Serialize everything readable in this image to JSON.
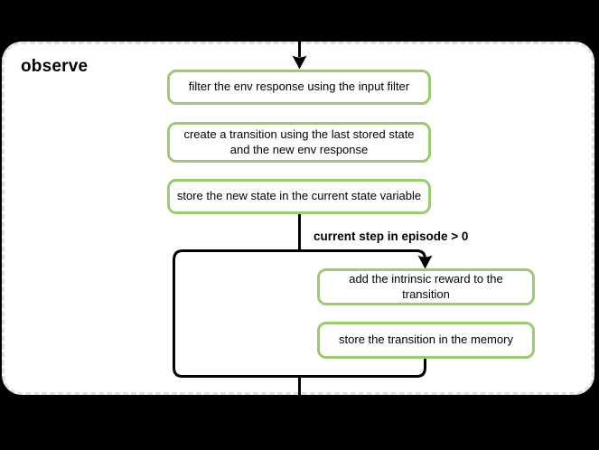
{
  "page": {
    "background_color": "#000000"
  },
  "panel": {
    "title": "observe",
    "fill_color": "#ffffff",
    "border_color": "#e0e0e0"
  },
  "flow": {
    "node_border_color": "#9acb6f",
    "connector_color": "#000000",
    "condition_label": "current step in episode > 0",
    "nodes": [
      {
        "label": "filter the env response using the input filter"
      },
      {
        "label": "create a transition using the last stored state and the new env response"
      },
      {
        "label": "store the new state in the current state variable"
      },
      {
        "label": "add the intrinsic reward to the transition"
      },
      {
        "label": "store the transition in the memory"
      }
    ]
  }
}
